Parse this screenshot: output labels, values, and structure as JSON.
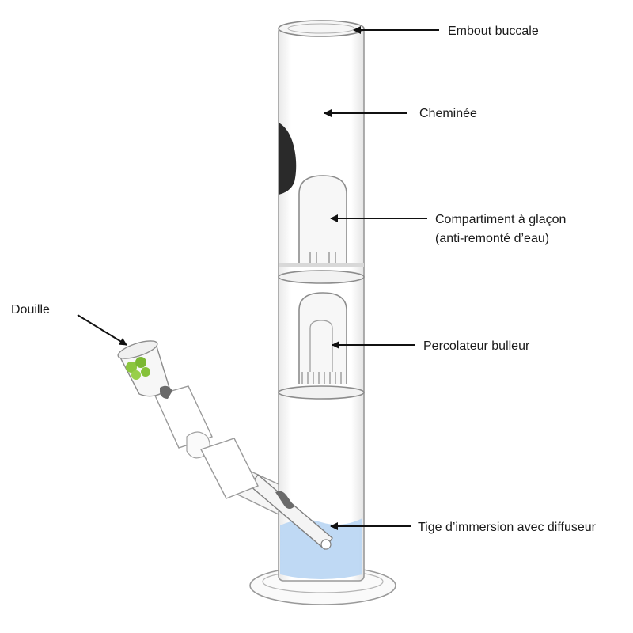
{
  "labels": {
    "mouthpiece": "Embout buccale",
    "chimney": "Cheminée",
    "ice_line1": "Compartiment à glaçon",
    "ice_line2": "(anti-remonté d’eau)",
    "percolator": "Percolateur bulleur",
    "bowl": "Douille",
    "downstem": "Tige d’immersion avec diffuseur"
  },
  "colors": {
    "water": "#bcd7f3",
    "herb": "#8cc63f",
    "glass": "#9a9a9a",
    "arrow": "#111111"
  }
}
